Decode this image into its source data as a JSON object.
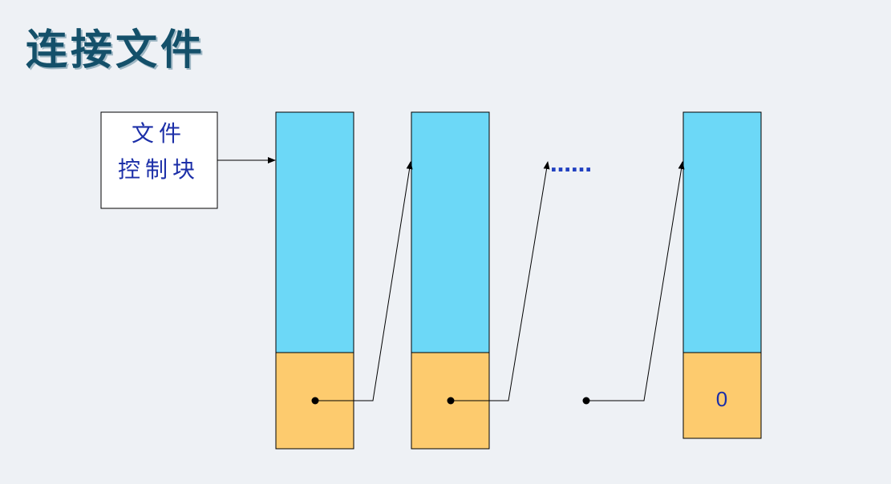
{
  "title": "连接文件",
  "fcb": {
    "line1": "文件",
    "line2": "控制块"
  },
  "ellipsis": "……",
  "last_pointer_value": "0",
  "colors": {
    "title": "#14506a",
    "data_area": "#6cd8f7",
    "pointer_area": "#fdcb6e",
    "label_blue": "#1c2fa8",
    "ellipsis_blue": "#1f3fc0",
    "background": "#eef1f5"
  }
}
